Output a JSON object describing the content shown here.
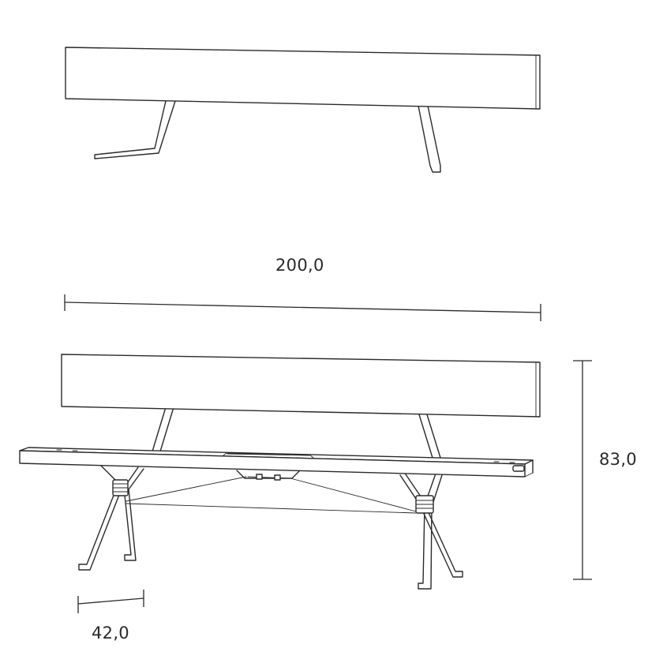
{
  "dimensions": {
    "width": "200,0",
    "height": "83,0",
    "depth": "42,0"
  }
}
